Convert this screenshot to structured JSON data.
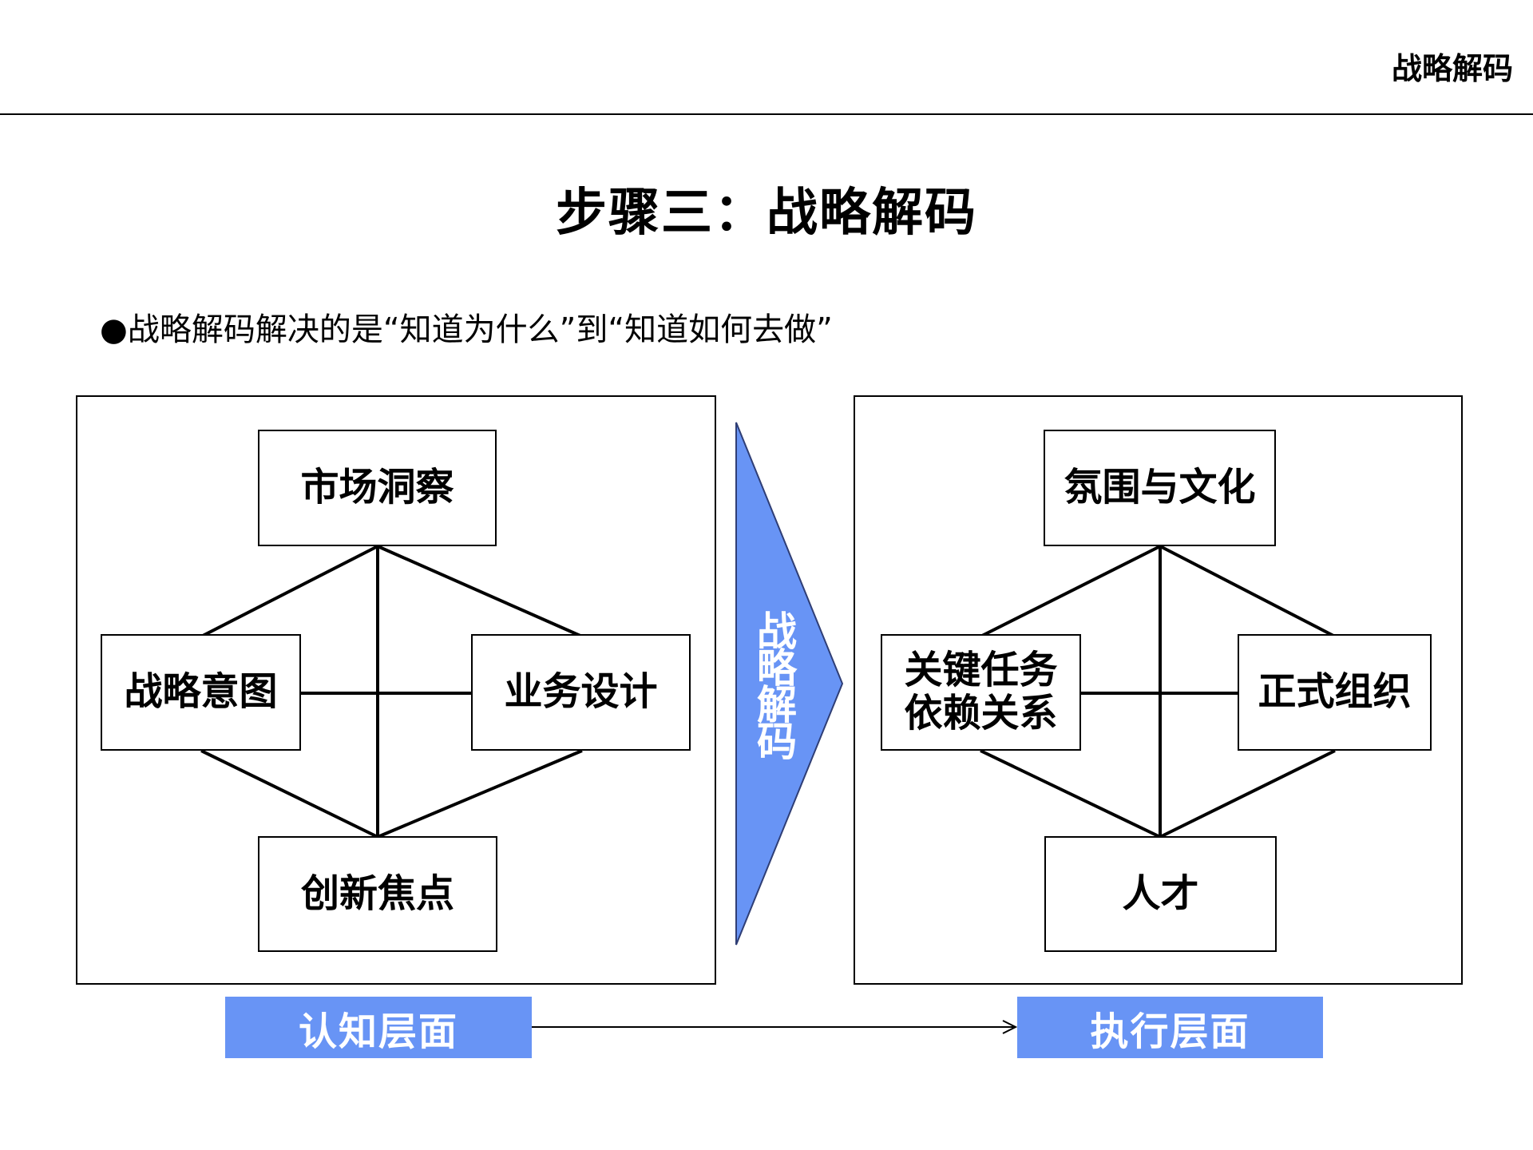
{
  "header": {
    "label": "战略解码"
  },
  "title": "步骤三：战略解码",
  "subtitle": "●战略解码解决的是“知道为什么”到“知道如何去做”",
  "left_panel": {
    "nodes": {
      "top": "市场洞察",
      "left": "战略意图",
      "right": "业务设计",
      "bottom": "创新焦点"
    }
  },
  "center_arrow": {
    "label": "战略解码",
    "color": "#6894f5"
  },
  "right_panel": {
    "nodes": {
      "top": "氛围与文化",
      "left": "关键任务\n依赖关系",
      "right": "正式组织",
      "bottom": "人才"
    }
  },
  "levels": {
    "left": "认知层面",
    "right": "执行层面",
    "color": "#6894f5"
  }
}
